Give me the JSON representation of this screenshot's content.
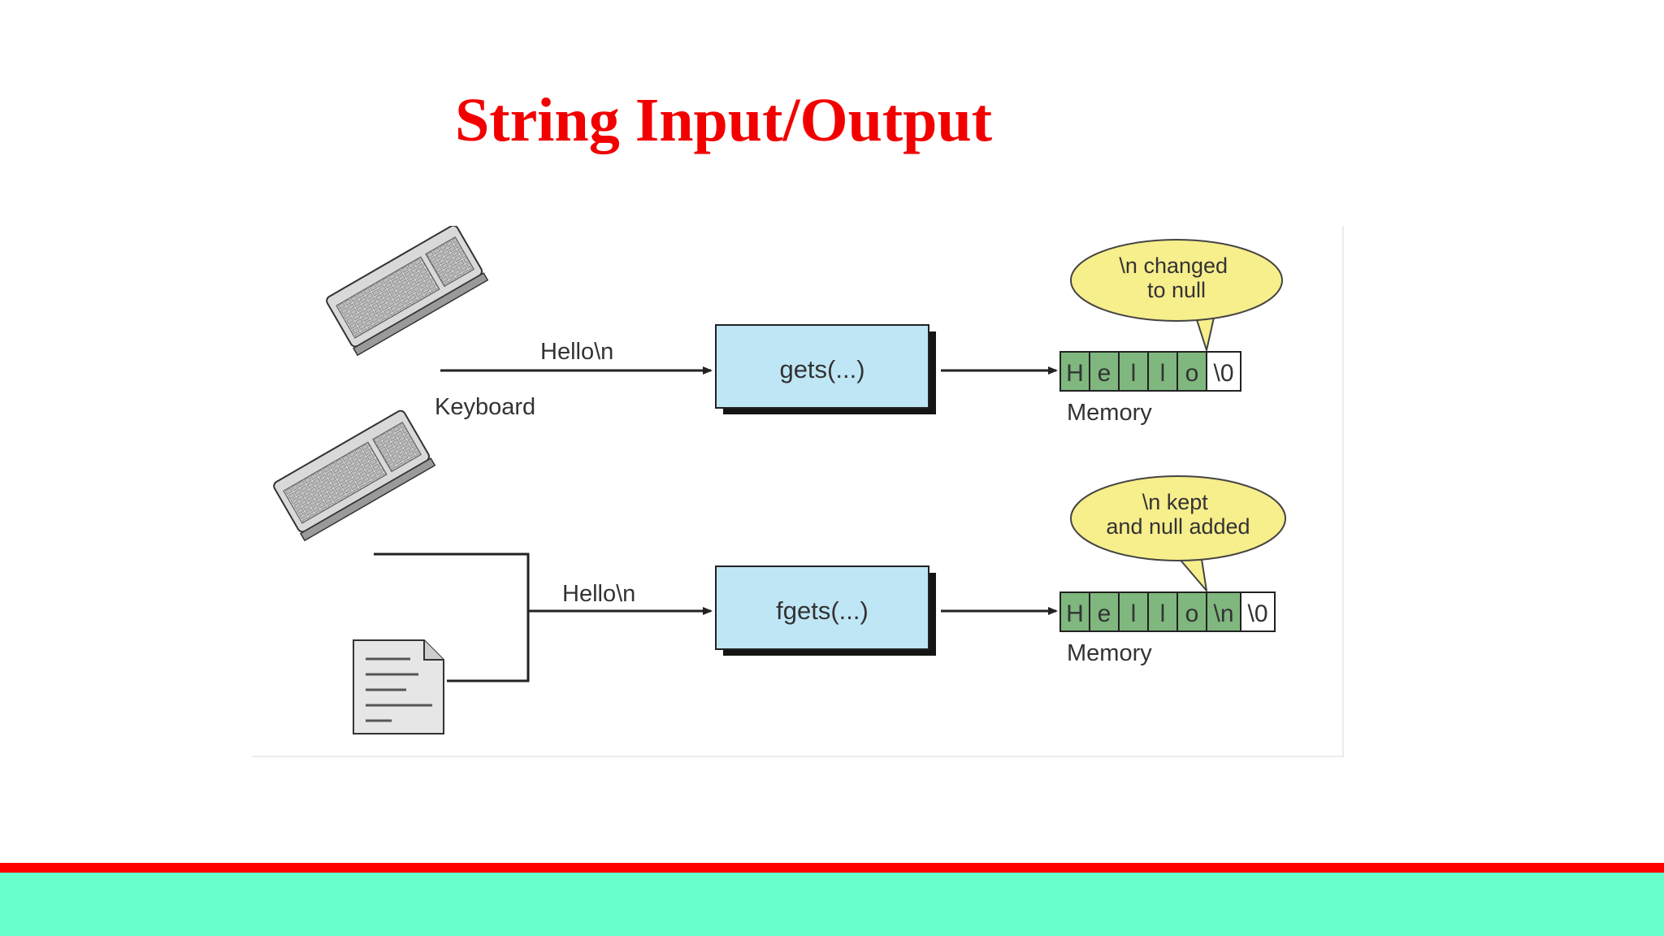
{
  "title": "String Input/Output",
  "top_row": {
    "input_label": "Hello\\n",
    "device_label": "Keyboard",
    "function_label": "gets(...)",
    "memory_label": "Memory",
    "callout": "\\n changed\nto null",
    "cells": [
      "H",
      "e",
      "l",
      "l",
      "o",
      "\\0"
    ]
  },
  "bottom_row": {
    "input_label": "Hello\\n",
    "function_label": "fgets(...)",
    "memory_label": "Memory",
    "callout": "\\n kept\nand null added",
    "cells": [
      "H",
      "e",
      "l",
      "l",
      "o",
      "\\n",
      "\\0"
    ]
  },
  "colors": {
    "title": "#f20000",
    "function_box": "#bfe6f5",
    "memory_cell": "#7fb77f",
    "null_cell": "#ffffff",
    "callout": "#f7ee8c",
    "accent_bar": "#ff0000",
    "footer_band": "#66ffcc"
  },
  "icons": [
    "keyboard-icon",
    "document-icon"
  ]
}
